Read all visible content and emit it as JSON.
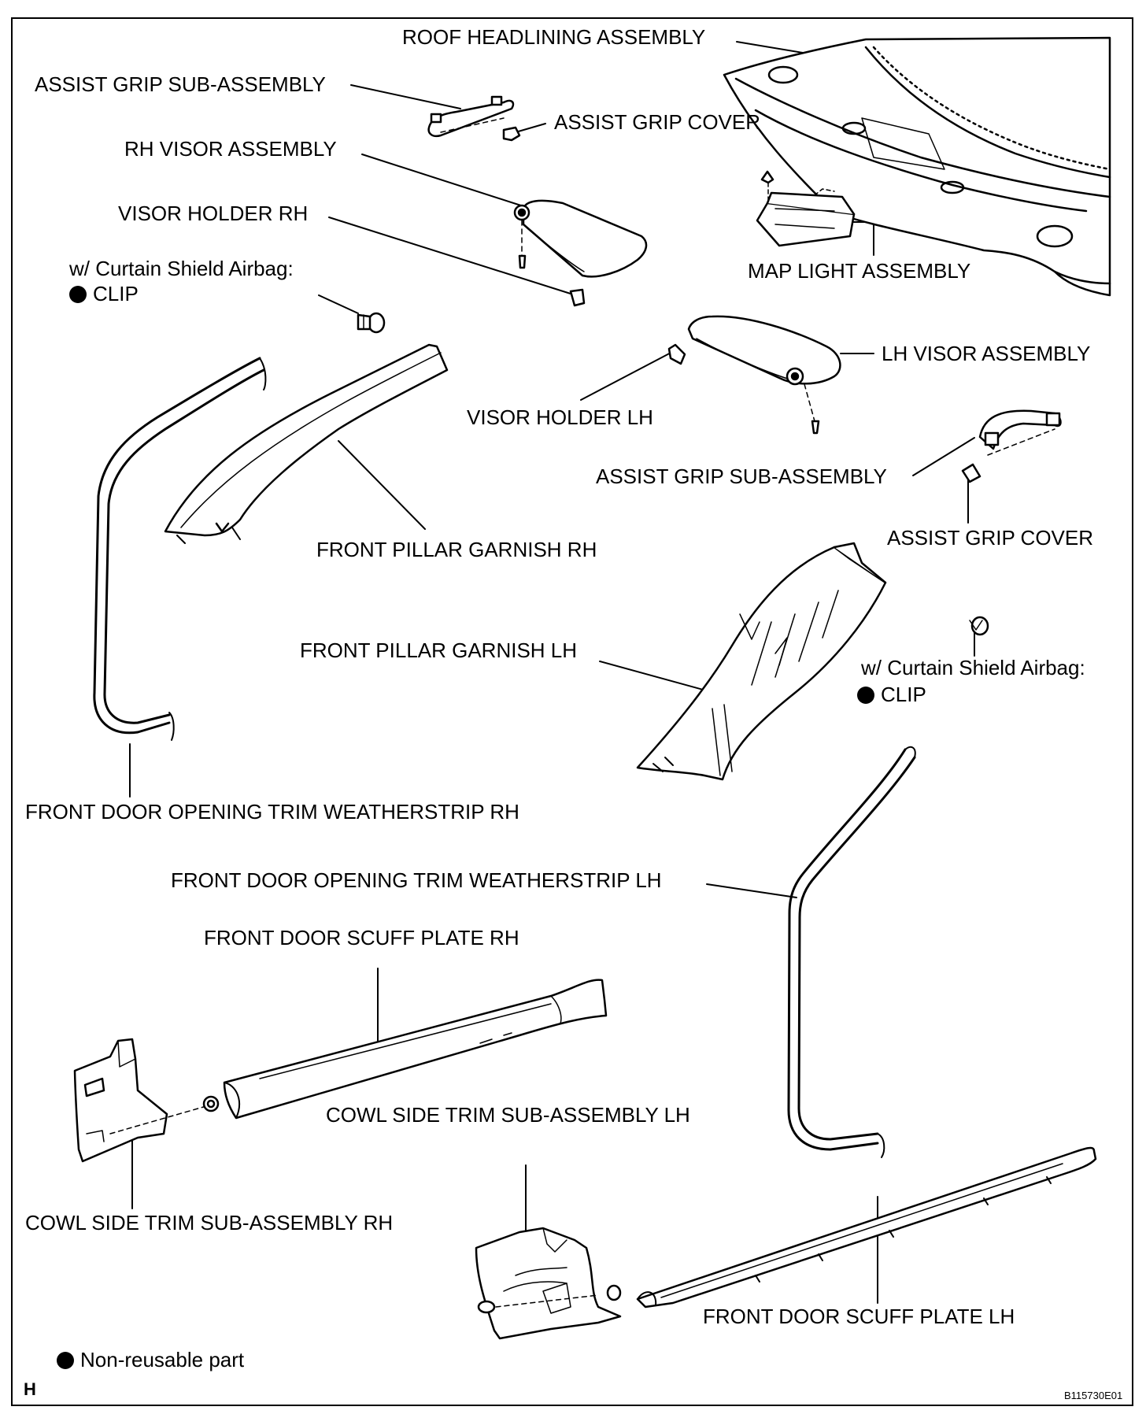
{
  "labels": {
    "roof_headlining": "ROOF HEADLINING ASSEMBLY",
    "assist_grip_rh": "ASSIST GRIP SUB-ASSEMBLY",
    "assist_grip_cover_rh": "ASSIST GRIP COVER",
    "rh_visor": "RH VISOR ASSEMBLY",
    "visor_holder_rh": "VISOR HOLDER RH",
    "curtain_note_rh": "w/ Curtain Shield Airbag:",
    "clip_rh": "CLIP",
    "map_light": "MAP LIGHT ASSEMBLY",
    "lh_visor": "LH VISOR ASSEMBLY",
    "visor_holder_lh": "VISOR HOLDER LH",
    "assist_grip_lh": "ASSIST GRIP SUB-ASSEMBLY",
    "assist_grip_cover_lh": "ASSIST GRIP COVER",
    "front_pillar_rh": "FRONT PILLAR GARNISH RH",
    "front_pillar_lh": "FRONT PILLAR GARNISH LH",
    "curtain_note_lh": "w/ Curtain Shield Airbag:",
    "clip_lh": "CLIP",
    "weatherstrip_rh": "FRONT DOOR OPENING TRIM WEATHERSTRIP RH",
    "weatherstrip_lh": "FRONT DOOR OPENING TRIM WEATHERSTRIP LH",
    "scuff_rh": "FRONT DOOR SCUFF PLATE RH",
    "cowl_lh": "COWL SIDE TRIM SUB-ASSEMBLY LH",
    "cowl_rh": "COWL SIDE TRIM SUB-ASSEMBLY RH",
    "scuff_lh": "FRONT DOOR SCUFF PLATE LH"
  },
  "legend": {
    "non_reusable": "Non-reusable part"
  },
  "corner_letter": "H",
  "figure_id": "B115730E01",
  "colors": {
    "line": "#000000",
    "fill": "#ffffff",
    "shade": "#d9d9d9"
  }
}
